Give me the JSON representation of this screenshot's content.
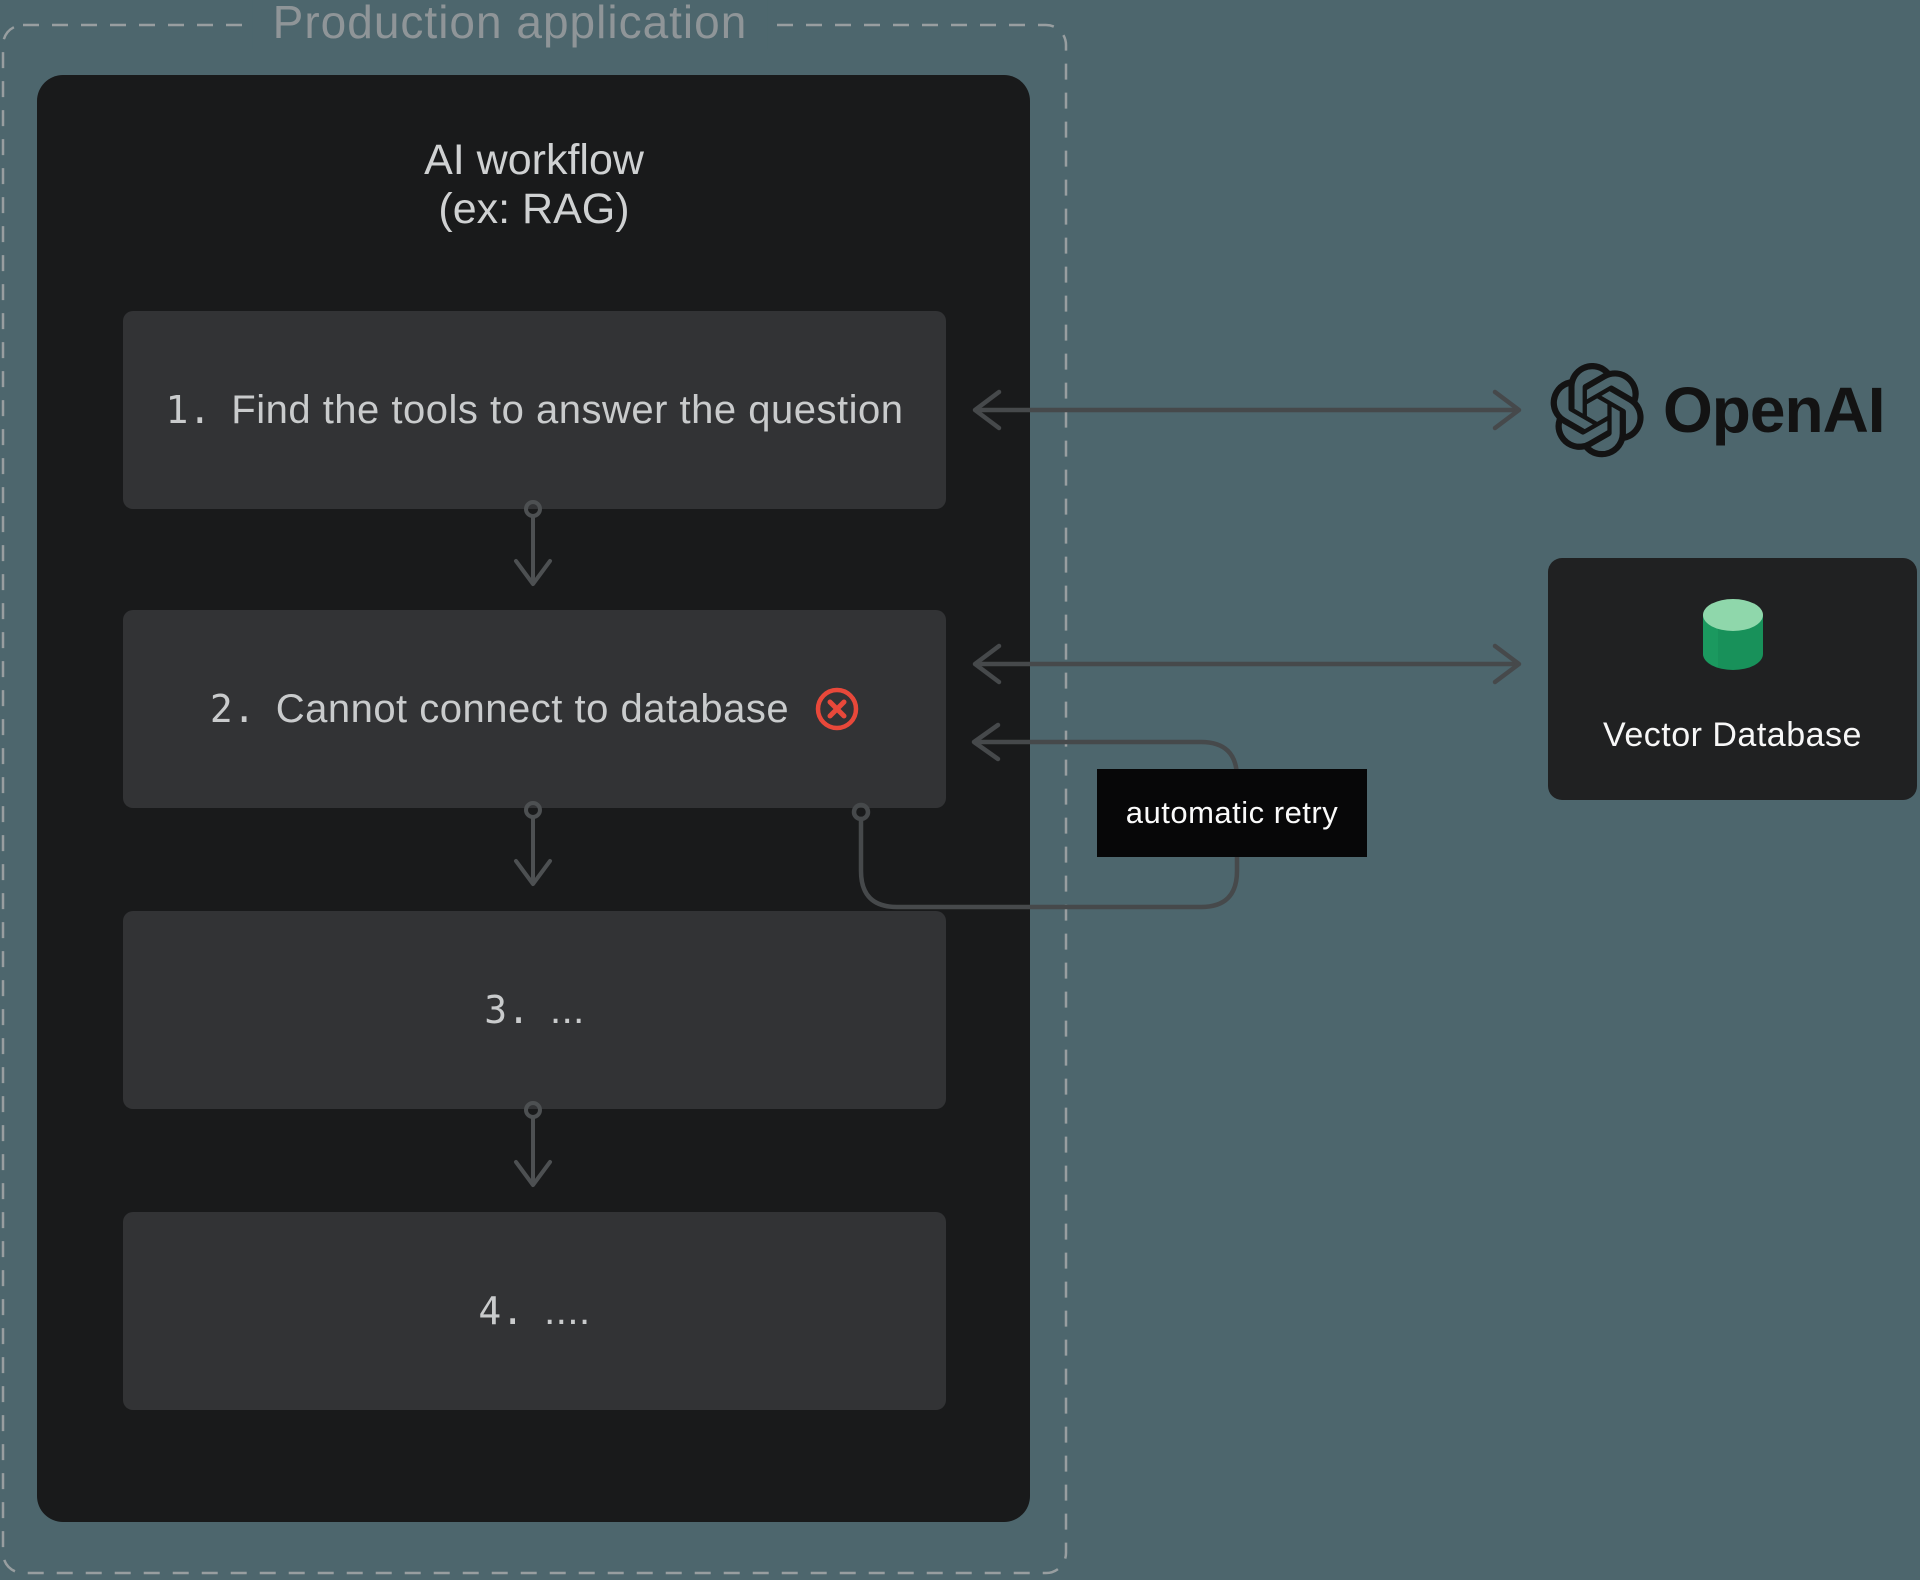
{
  "container": {
    "label": "Production application"
  },
  "workflow": {
    "title_line1": "AI workflow",
    "title_line2": "(ex: RAG)",
    "steps": [
      {
        "num": "1.",
        "text": "Find the tools to answer the question",
        "error": false
      },
      {
        "num": "2.",
        "text": "Cannot connect to database",
        "error": true
      },
      {
        "num": "3.",
        "text": "...",
        "error": false
      },
      {
        "num": "4.",
        "text": "....",
        "error": false
      }
    ]
  },
  "annotations": {
    "retry_label": "automatic retry"
  },
  "services": {
    "openai": {
      "name": "OpenAI"
    },
    "vector_db": {
      "name": "Vector Database"
    }
  },
  "colors": {
    "background_teal": "#4d666d",
    "panel_black": "#191a1b",
    "step_box_gray": "#323335",
    "error_red": "#e8483a",
    "cylinder_green": "#18915a",
    "cylinder_green_light": "#8fd7ab",
    "arrow_gray": "#46494b",
    "dashed_border_gray": "#989ea0"
  }
}
